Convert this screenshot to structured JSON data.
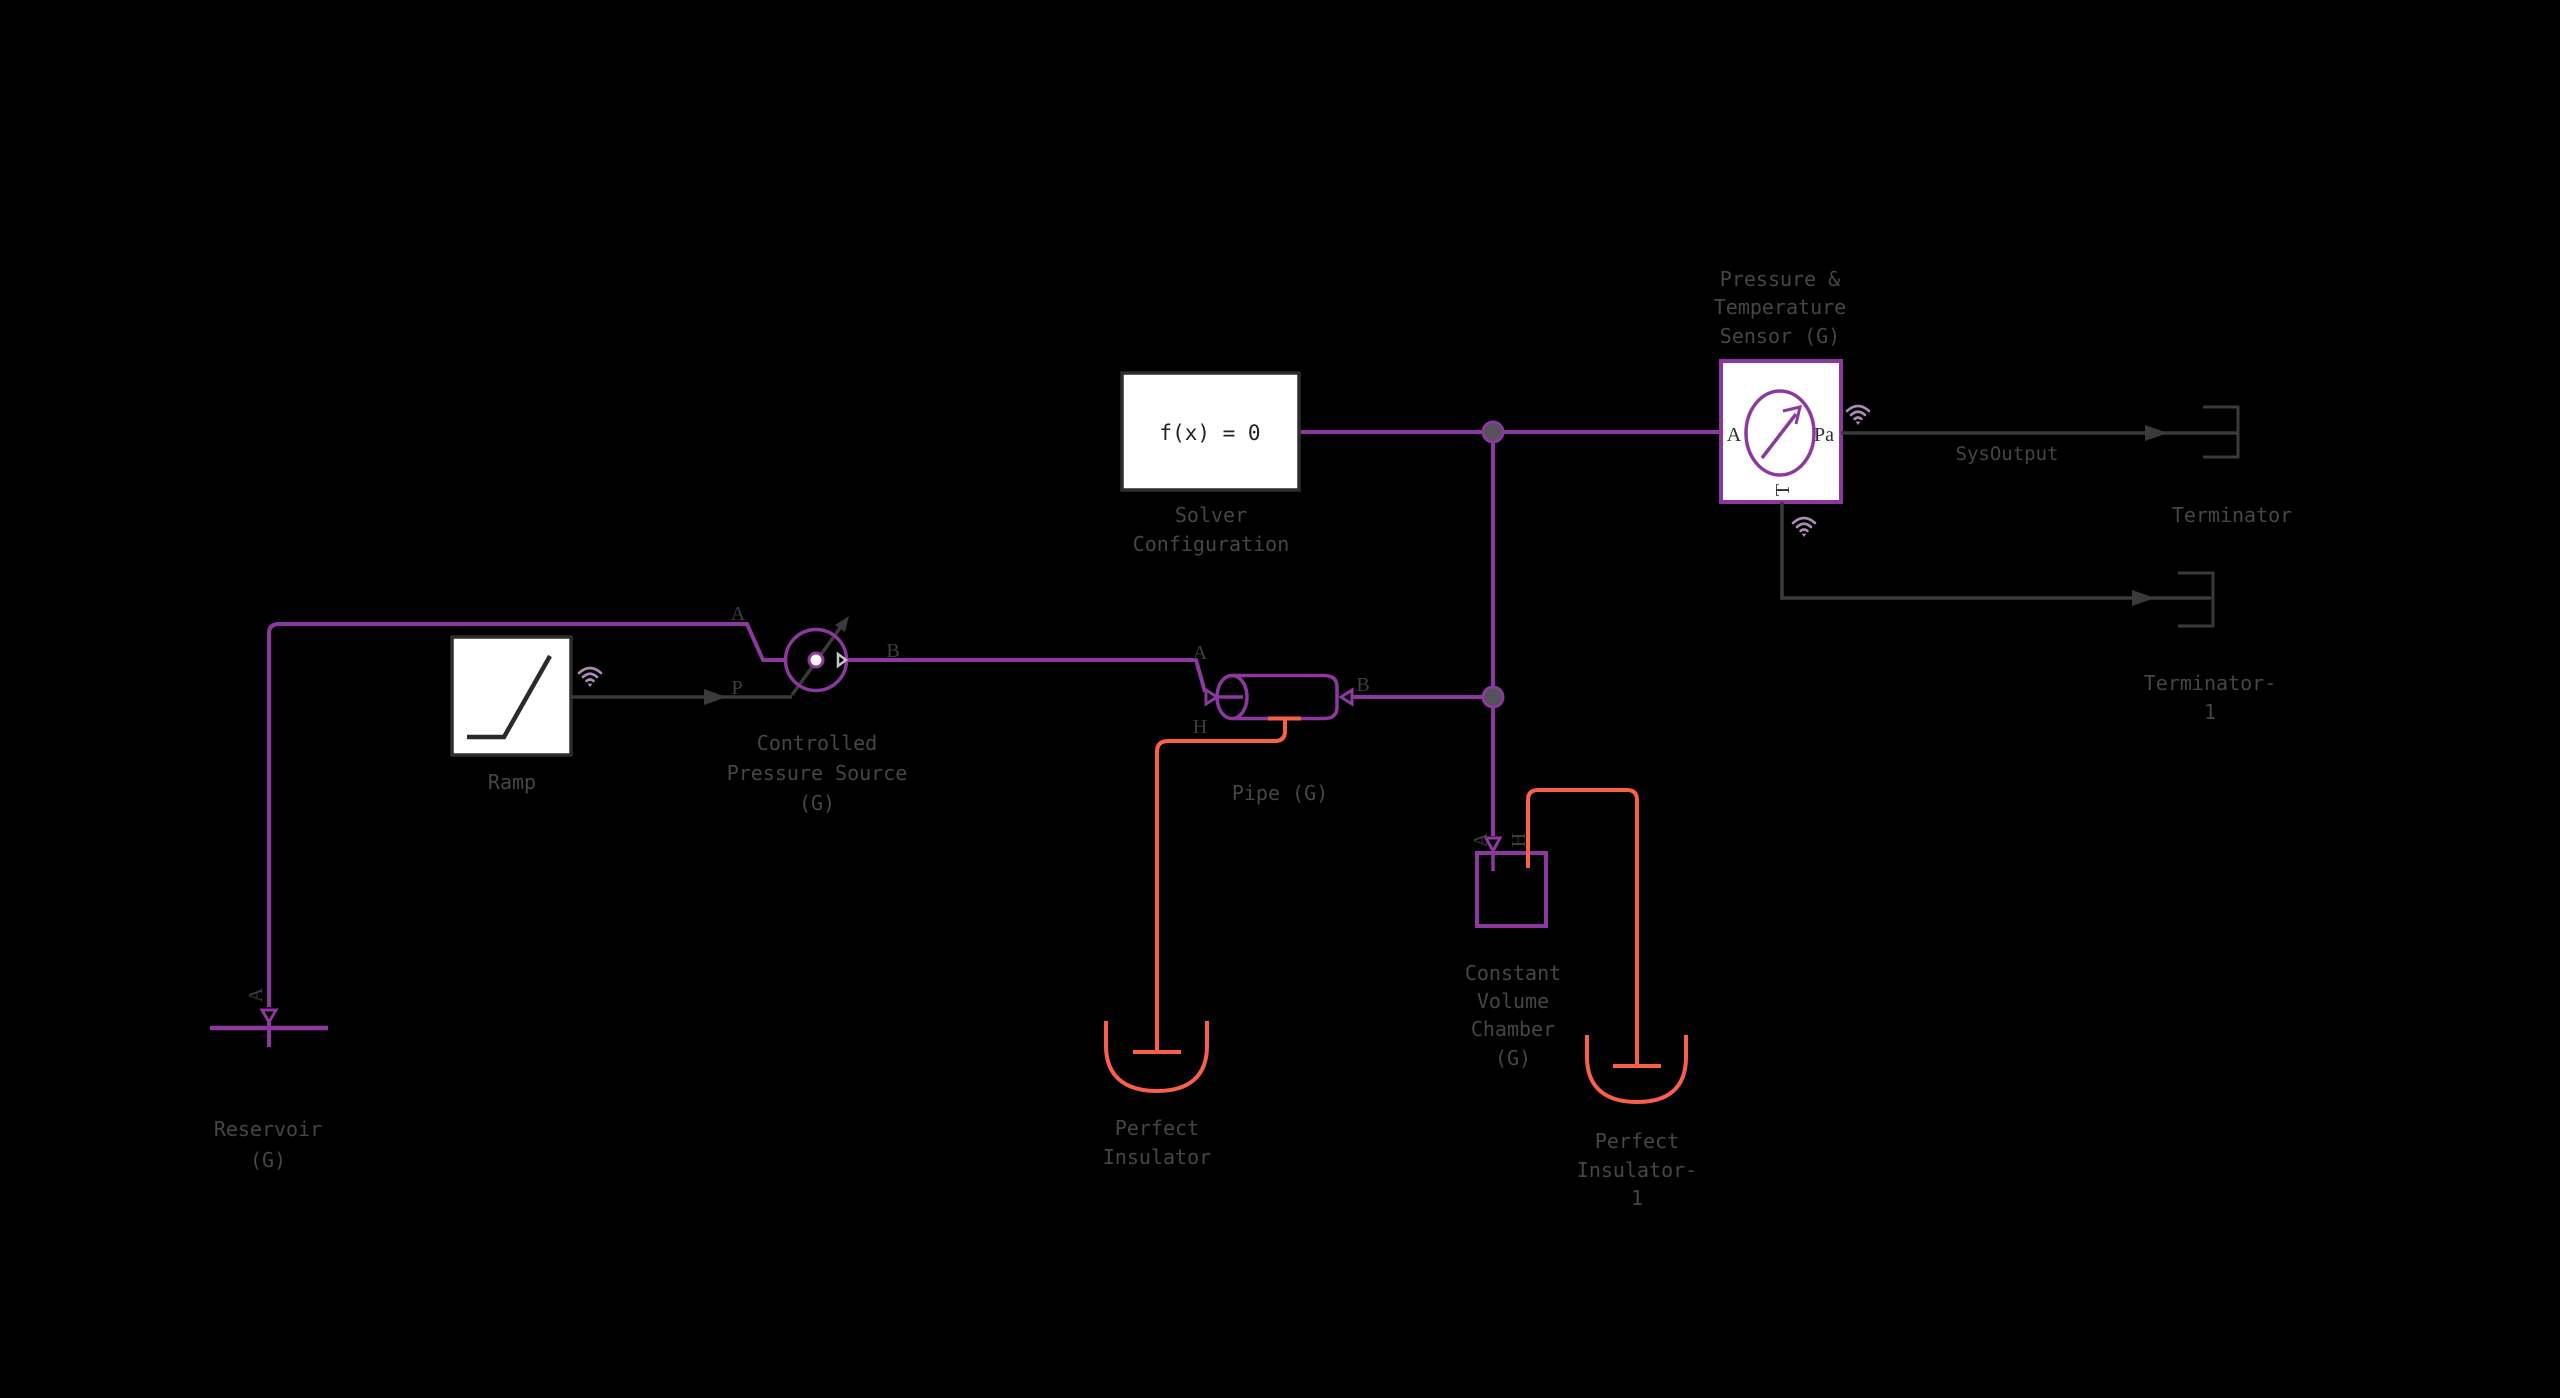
{
  "colors": {
    "background": "#000000",
    "physical_network_purple": "#8C389E",
    "thermal_network_orange": "#F8604A",
    "signal_line_gray": "#3A3A3A",
    "label_text_gray": "#464646",
    "block_fill_white": "#FFFFFF",
    "dark_block_border": "#2D2D2D",
    "wireless_icon_mauve": "#AC8CB6",
    "junction_dot_fill": "#56525A"
  },
  "icons": {
    "solver_icon": "f(x)=0 text block",
    "gauge_icon": "circular dial with diagonal needle arrow",
    "ramp_icon": "flat line rising diagonally",
    "wireless_icon": "wifi arcs with dot",
    "terminator_icon": "open square bracket",
    "insulator_icon": "thermal ground bar inside rounded cup",
    "source_icon": "circle with inner ring, diagonal arrow and side triangle",
    "reservoir_icon": "vertical line into crossbar with stub"
  },
  "blocks": {
    "solver_configuration": {
      "icon_text": "f(x) = 0",
      "label": [
        "Solver",
        "Configuration"
      ]
    },
    "pressure_temperature_sensor": {
      "label": [
        "Pressure &",
        "Temperature",
        "Sensor (G)"
      ],
      "port_a": "A",
      "port_pa": "Pa",
      "port_t": "T"
    },
    "terminator": {
      "label": [
        "Terminator"
      ]
    },
    "terminator_1": {
      "label": [
        "Terminator-",
        "1"
      ]
    },
    "ramp": {
      "label": [
        "Ramp"
      ]
    },
    "controlled_pressure_source": {
      "label": [
        "Controlled",
        "Pressure Source",
        "(G)"
      ],
      "port_p": "P",
      "port_a": "A",
      "port_b": "B"
    },
    "pipe": {
      "label": [
        "Pipe (G)"
      ],
      "port_a": "A",
      "port_b": "B",
      "port_h": "H"
    },
    "reservoir": {
      "label": [
        "Reservoir",
        "(G)"
      ],
      "port_a": "A"
    },
    "constant_volume_chamber": {
      "label": [
        "Constant",
        "Volume",
        "Chamber",
        "(G)"
      ],
      "port_a": "A",
      "port_h": "H"
    },
    "perfect_insulator": {
      "label": [
        "Perfect",
        "Insulator"
      ]
    },
    "perfect_insulator_1": {
      "label": [
        "Perfect",
        "Insulator-",
        "1"
      ]
    }
  },
  "signals": {
    "sys_output_label": "SysOutput"
  }
}
